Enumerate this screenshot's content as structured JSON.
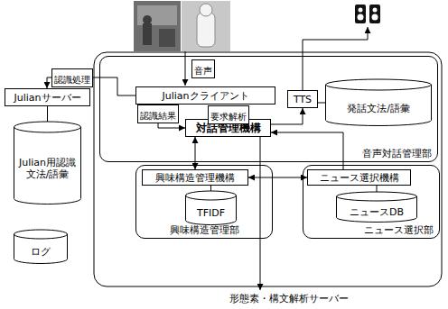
{
  "diagram": {
    "nodes": [
      {
        "text": [
          "音声対話管理部"
        ]
      },
      {
        "text": [
          "Julianクライアント"
        ],
        "in": 0
      },
      {
        "text": [
          "対話管理機構"
        ],
        "in": 0
      },
      {
        "text": [
          "TTS"
        ],
        "in": 0
      },
      {
        "text": [
          "発話文法/語彙"
        ],
        "in": 0
      },
      {
        "text": [
          "興味構造管理部"
        ]
      },
      {
        "text": [
          "興味構造管理機構"
        ],
        "in": 5
      },
      {
        "text": [
          "TFIDF"
        ],
        "in": 5
      },
      {
        "text": [
          "ニュース選択部"
        ]
      },
      {
        "text": [
          "ニュース選択機構"
        ],
        "in": 8
      },
      {
        "text": [
          "ニュースDB"
        ],
        "in": 8
      },
      {
        "text": [
          "Julianサーバー"
        ]
      },
      {
        "text": [
          "Julian用認識文法/語彙"
        ]
      },
      {
        "text": [
          "ログ"
        ]
      },
      {
        "text": [
          "形態素・構文解析サーバー"
        ]
      }
    ],
    "edges": [
      {
        "from": 1,
        "to": 11,
        "label": "認識処理",
        "arrow": "to"
      },
      {
        "from": 1,
        "to": 2,
        "label": "認識結果",
        "arrow": "to"
      },
      {
        "from": 2,
        "to": 3,
        "arrow": "to"
      },
      {
        "from": 3,
        "to": 4,
        "arrow": "none"
      },
      {
        "from": 2,
        "to": 6,
        "arrow": "both"
      },
      {
        "from": 9,
        "to": 2,
        "arrow": "to"
      },
      {
        "from": 6,
        "to": 9,
        "arrow": "both"
      },
      {
        "from": 6,
        "to": 7,
        "arrow": "none"
      },
      {
        "from": 9,
        "to": 10,
        "arrow": "none"
      },
      {
        "from": 2,
        "to": 14,
        "arrow": "to"
      },
      {
        "from": 11,
        "to": 12,
        "arrow": "none"
      }
    ],
    "labels": [
      "音声",
      "要求解析"
    ]
  }
}
